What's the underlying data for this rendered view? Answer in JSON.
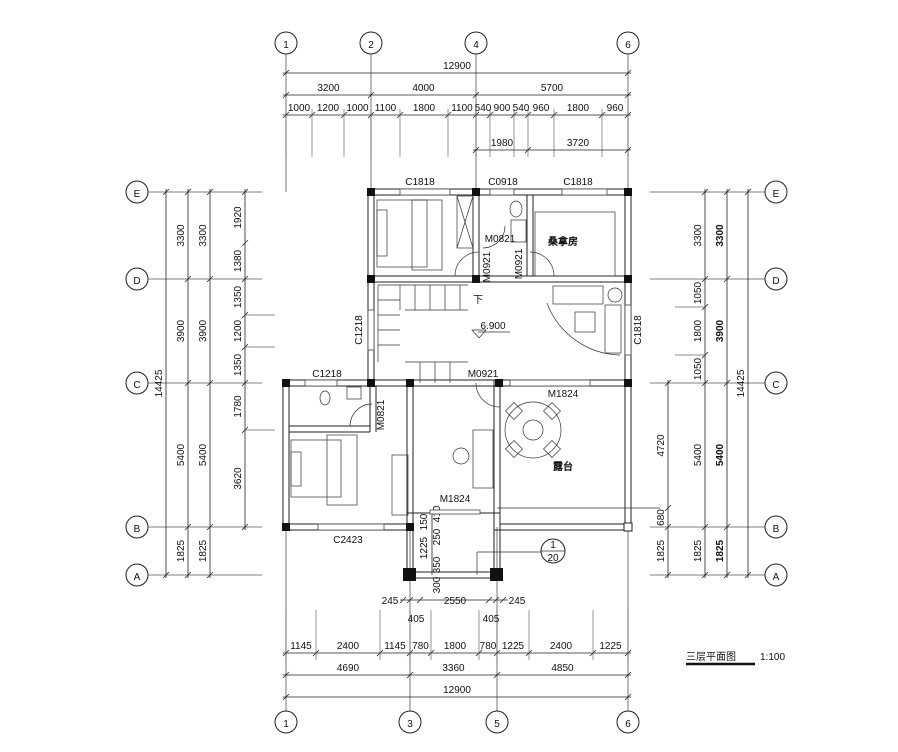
{
  "drawing": {
    "title": "三层平面图",
    "scale": "1:100"
  },
  "axes": {
    "top": [
      "1",
      "2",
      "4",
      "6"
    ],
    "bottom": [
      "1",
      "3",
      "5",
      "6"
    ],
    "left": [
      "E",
      "D",
      "C",
      "B",
      "A"
    ],
    "right": [
      "E",
      "D",
      "C",
      "B",
      "A"
    ]
  },
  "dims": {
    "top": {
      "total": [
        "12900"
      ],
      "axes": [
        "3200",
        "4000",
        "5700"
      ],
      "detail": [
        "1000",
        "1200",
        "1000",
        "1100",
        "1800",
        "1100",
        "540",
        "900",
        "540",
        "960",
        "1800",
        "960"
      ],
      "sub": [
        "1980",
        "3720"
      ]
    },
    "bottom": {
      "porch": [
        "245",
        "405",
        "2550",
        "405",
        "245"
      ],
      "detail": [
        "1145",
        "2400",
        "1145",
        "780",
        "1800",
        "780",
        "1225",
        "2400",
        "1225"
      ],
      "axes": [
        "4690",
        "3360",
        "4850"
      ],
      "total": [
        "12900"
      ]
    },
    "left": {
      "total": [
        "14425"
      ],
      "axes_outer": [
        "3300",
        "3900",
        "5400",
        "1825"
      ],
      "axes_inner": [
        "3300",
        "5400",
        "1825"
      ],
      "axes_inner_mid": "3900",
      "detail": [
        "1920",
        "1380",
        "1350",
        "1200",
        "1350",
        "1780",
        "3620"
      ]
    },
    "right": {
      "porch": [
        "4720",
        "680",
        "1825"
      ],
      "detail": [
        "3300",
        "1050",
        "1800",
        "1050",
        "5400",
        "1825"
      ],
      "axes": [
        "3300",
        "3900",
        "5400",
        "1825"
      ],
      "total": [
        "14425"
      ]
    },
    "porch_vertical": [
      "150",
      "410",
      "250",
      "1225",
      "350",
      "300"
    ]
  },
  "labels": {
    "windows": {
      "top_left": "C1818",
      "top_mid": "C0918",
      "top_right": "C1818",
      "stair": "C1218",
      "living_right": "C1818",
      "bath_lower": "C1218",
      "bedroom_lower": "C2423"
    },
    "doors": {
      "bath_upper": "M0821",
      "bedroom_upper": "M0921",
      "sauna": "M0921",
      "hall": "M0921",
      "bath_lower": "M0821",
      "terrace": "M1824",
      "porch": "M1824"
    },
    "rooms": {
      "sauna": "桑拿房",
      "terrace": "露台"
    },
    "stair_down": "下",
    "elevation": "6.900",
    "detail_ref": {
      "number": "1",
      "sheet": "20"
    }
  }
}
